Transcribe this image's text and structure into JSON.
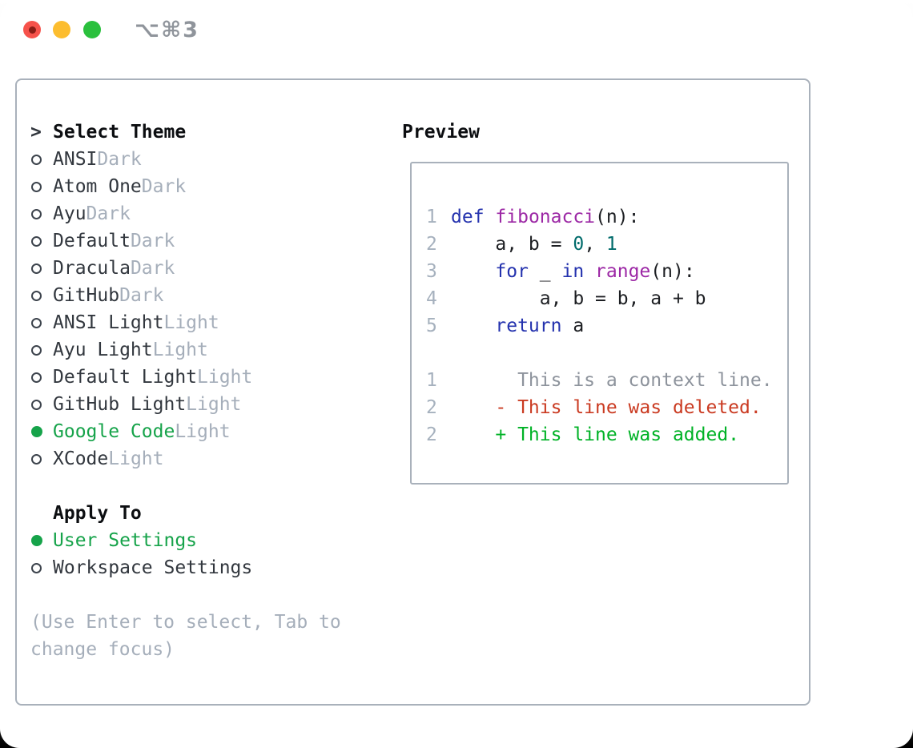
{
  "window": {
    "title": "⌥⌘3",
    "traffic_lights": [
      "close",
      "minimize",
      "zoom"
    ]
  },
  "theme_picker": {
    "prompt": ">",
    "heading": "Select Theme",
    "items": [
      {
        "name": "ANSI",
        "variant": "Dark",
        "selected": false
      },
      {
        "name": "Atom One",
        "variant": "Dark",
        "selected": false
      },
      {
        "name": "Ayu",
        "variant": "Dark",
        "selected": false
      },
      {
        "name": "Default",
        "variant": "Dark",
        "selected": false
      },
      {
        "name": "Dracula",
        "variant": "Dark",
        "selected": false
      },
      {
        "name": "GitHub",
        "variant": "Dark",
        "selected": false
      },
      {
        "name": "ANSI Light",
        "variant": "Light",
        "selected": false
      },
      {
        "name": "Ayu Light",
        "variant": "Light",
        "selected": false
      },
      {
        "name": "Default Light",
        "variant": "Light",
        "selected": false
      },
      {
        "name": "GitHub Light",
        "variant": "Light",
        "selected": false
      },
      {
        "name": "Google Code",
        "variant": "Light",
        "selected": true
      },
      {
        "name": "XCode",
        "variant": "Light",
        "selected": false
      }
    ]
  },
  "apply_to": {
    "heading": "Apply To",
    "options": [
      {
        "label": "User Settings",
        "selected": true
      },
      {
        "label": "Workspace Settings",
        "selected": false
      }
    ]
  },
  "help_text": "(Use Enter to select, Tab to change focus)",
  "preview": {
    "heading": "Preview",
    "code_lines": [
      {
        "num": "1",
        "tokens": [
          [
            "kw",
            "def"
          ],
          [
            "pl",
            " "
          ],
          [
            "fn",
            "fibonacci"
          ],
          [
            "pl",
            "(n):"
          ]
        ]
      },
      {
        "num": "2",
        "tokens": [
          [
            "pl",
            "    a, b = "
          ],
          [
            "num",
            "0"
          ],
          [
            "pl",
            ", "
          ],
          [
            "num",
            "1"
          ]
        ]
      },
      {
        "num": "3",
        "tokens": [
          [
            "pl",
            "    "
          ],
          [
            "kw",
            "for"
          ],
          [
            "pl",
            " _ "
          ],
          [
            "kw",
            "in"
          ],
          [
            "pl",
            " "
          ],
          [
            "fn",
            "range"
          ],
          [
            "pl",
            "(n):"
          ]
        ]
      },
      {
        "num": "4",
        "tokens": [
          [
            "pl",
            "        a, b = b, a + b"
          ]
        ]
      },
      {
        "num": "5",
        "tokens": [
          [
            "pl",
            "    "
          ],
          [
            "kw",
            "return"
          ],
          [
            "pl",
            " a"
          ]
        ]
      }
    ],
    "diff_lines": [
      {
        "num": "1",
        "kind": "context",
        "text": "      This is a context line."
      },
      {
        "num": "2",
        "kind": "deleted",
        "text": "    - This line was deleted."
      },
      {
        "num": "2",
        "kind": "added",
        "text": "    + This line was added."
      }
    ]
  },
  "colors": {
    "ink": "#32373e",
    "heading_ink": "#0c0e11",
    "muted": "#a5aeba",
    "green_ui": "#16a34a",
    "circle_ink": "#3c434c",
    "border_gray": "#a9b1bb",
    "title_gray": "#8f949b",
    "lineno": "#a6b1be",
    "code_plain": "#1c1e22",
    "keyword": "#2432ae",
    "function": "#9c28a5",
    "literal": "#006b6b",
    "diff_context": "#8d939c",
    "diff_deleted": "#ca3a21",
    "diff_added": "#00b226",
    "traffic_red": "#f6524b",
    "traffic_red_dot": "#8a1d16",
    "traffic_yellow": "#fcbd2f",
    "traffic_green": "#2ac03d"
  }
}
